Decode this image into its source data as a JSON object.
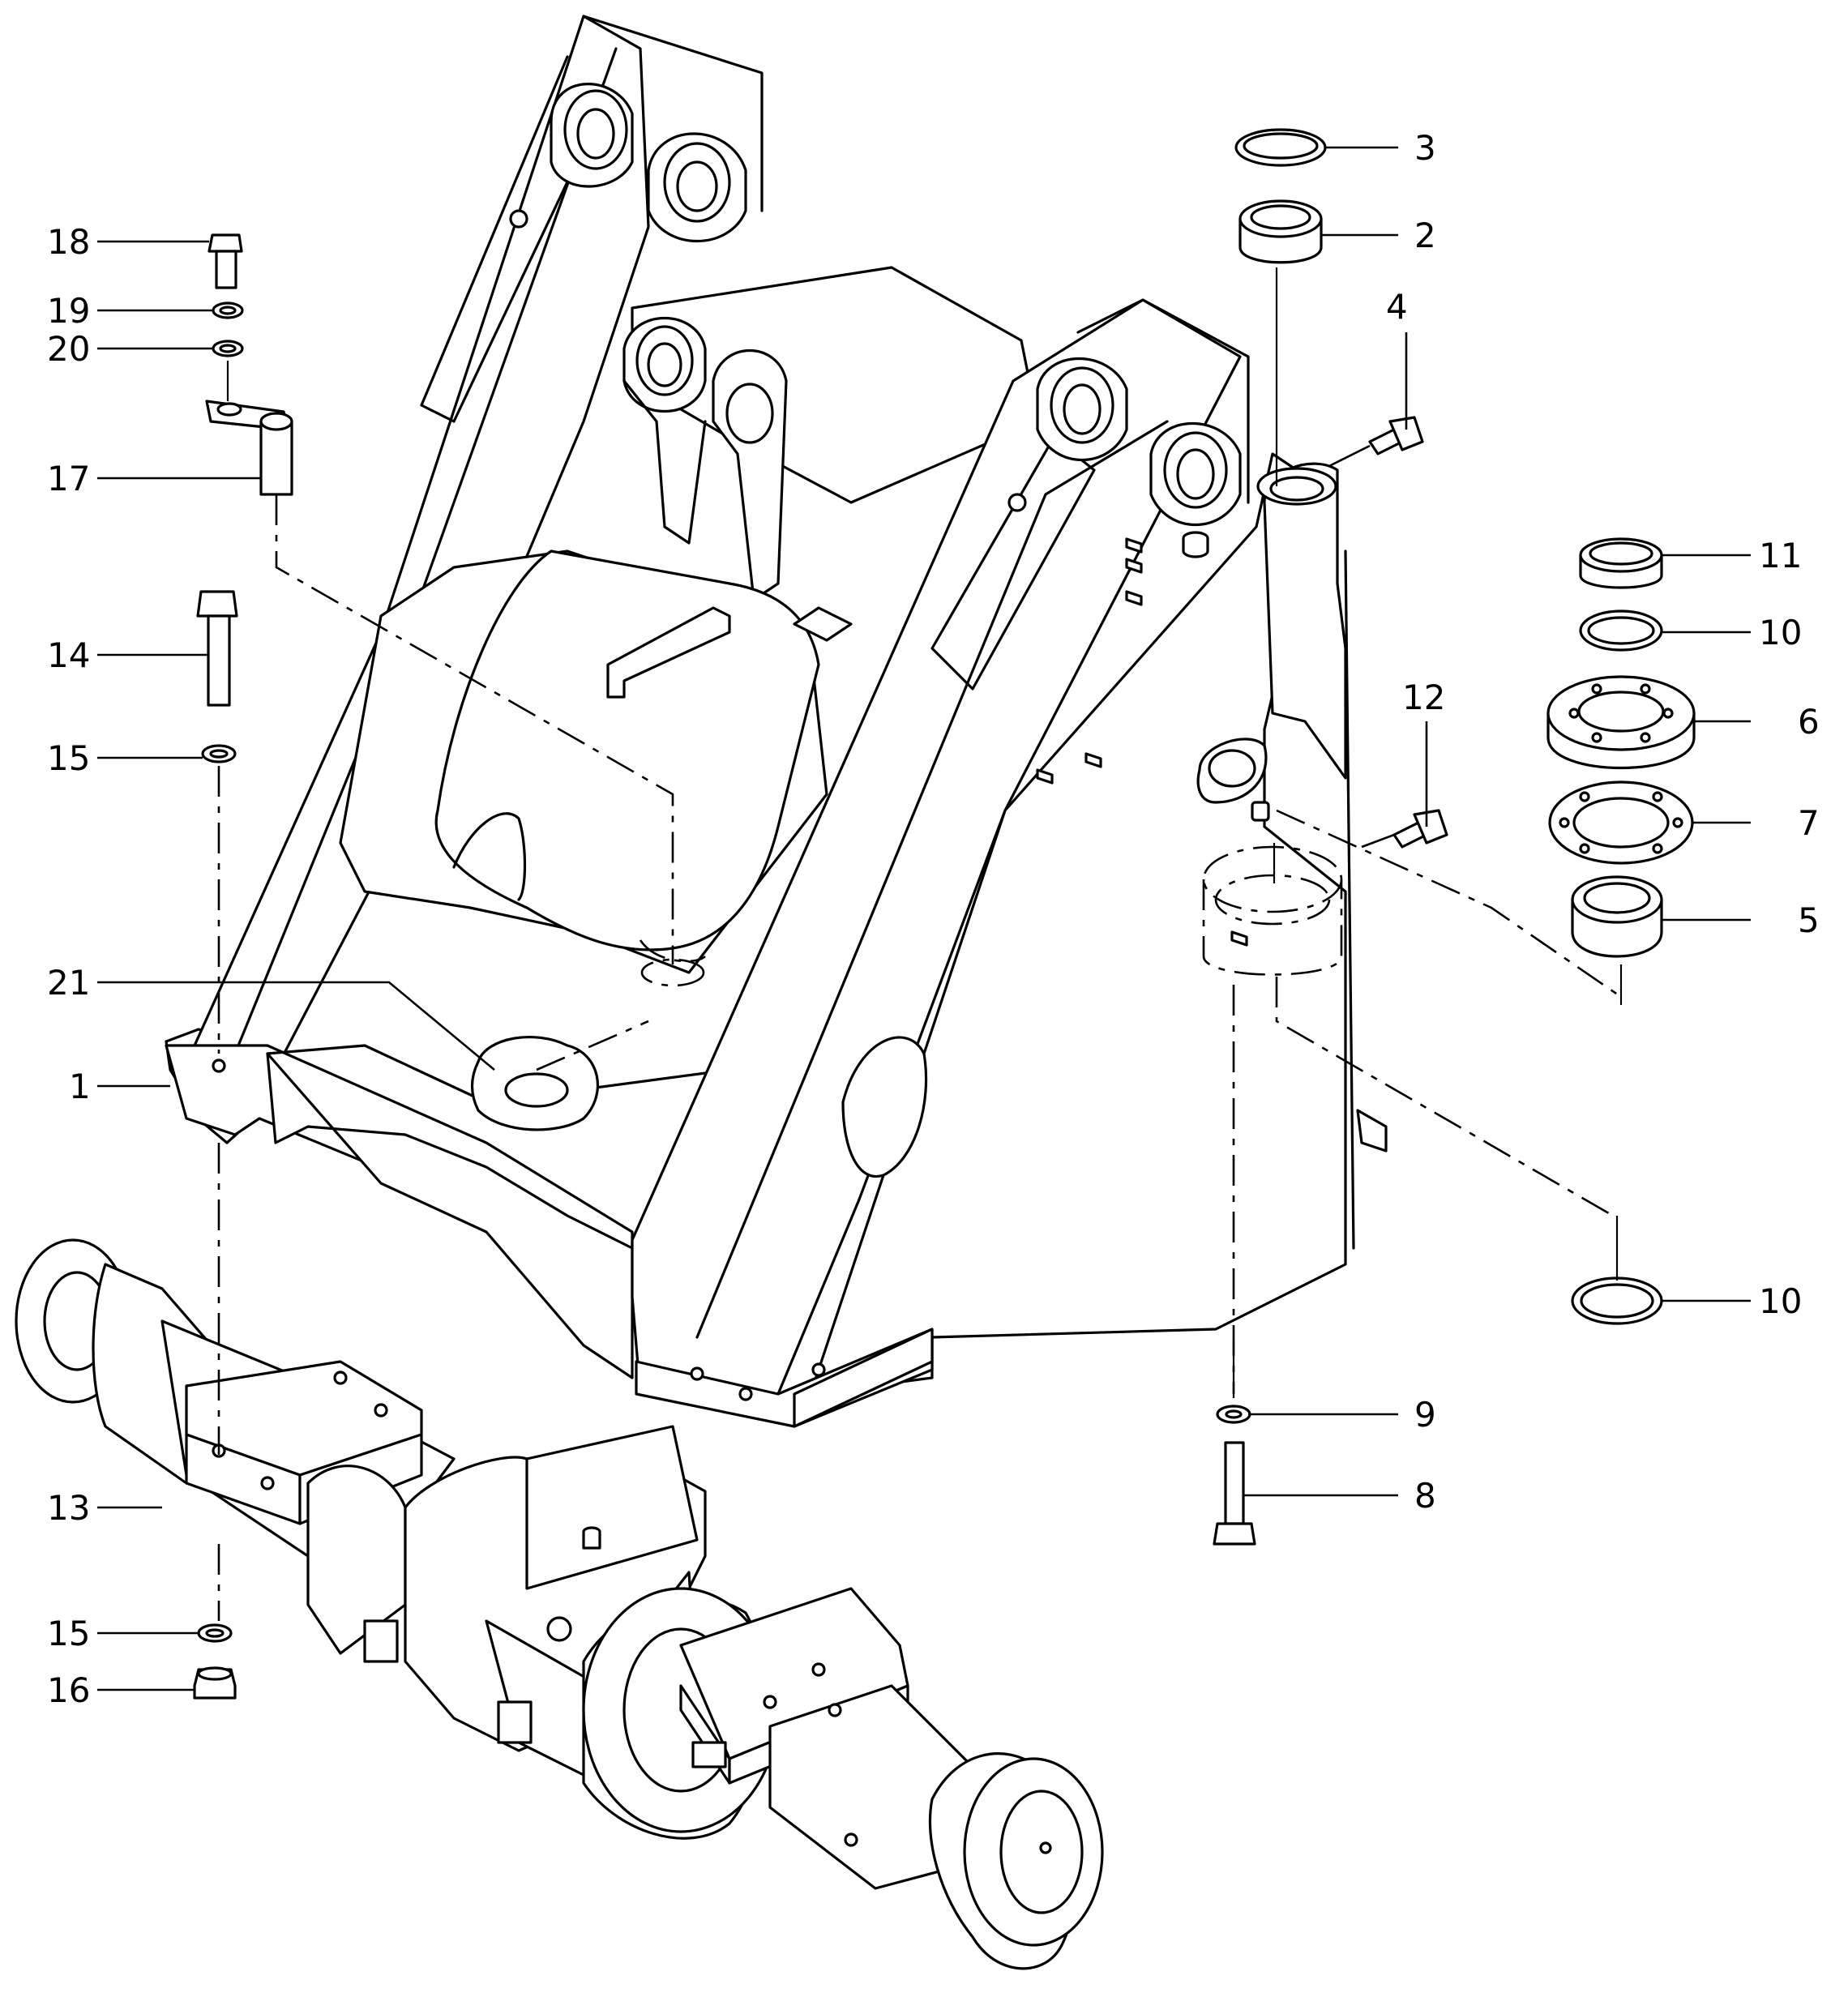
{
  "callouts": {
    "c1": "1",
    "c2": "2",
    "c3": "3",
    "c4": "4",
    "c5": "5",
    "c6": "6",
    "c7": "7",
    "c8": "8",
    "c9": "9",
    "c10a": "10",
    "c10b": "10",
    "c11": "11",
    "c12": "12",
    "c13": "13",
    "c14": "14",
    "c15a": "15",
    "c15b": "15",
    "c16": "16",
    "c17": "17",
    "c18": "18",
    "c19": "19",
    "c20": "20",
    "c21": "21"
  }
}
